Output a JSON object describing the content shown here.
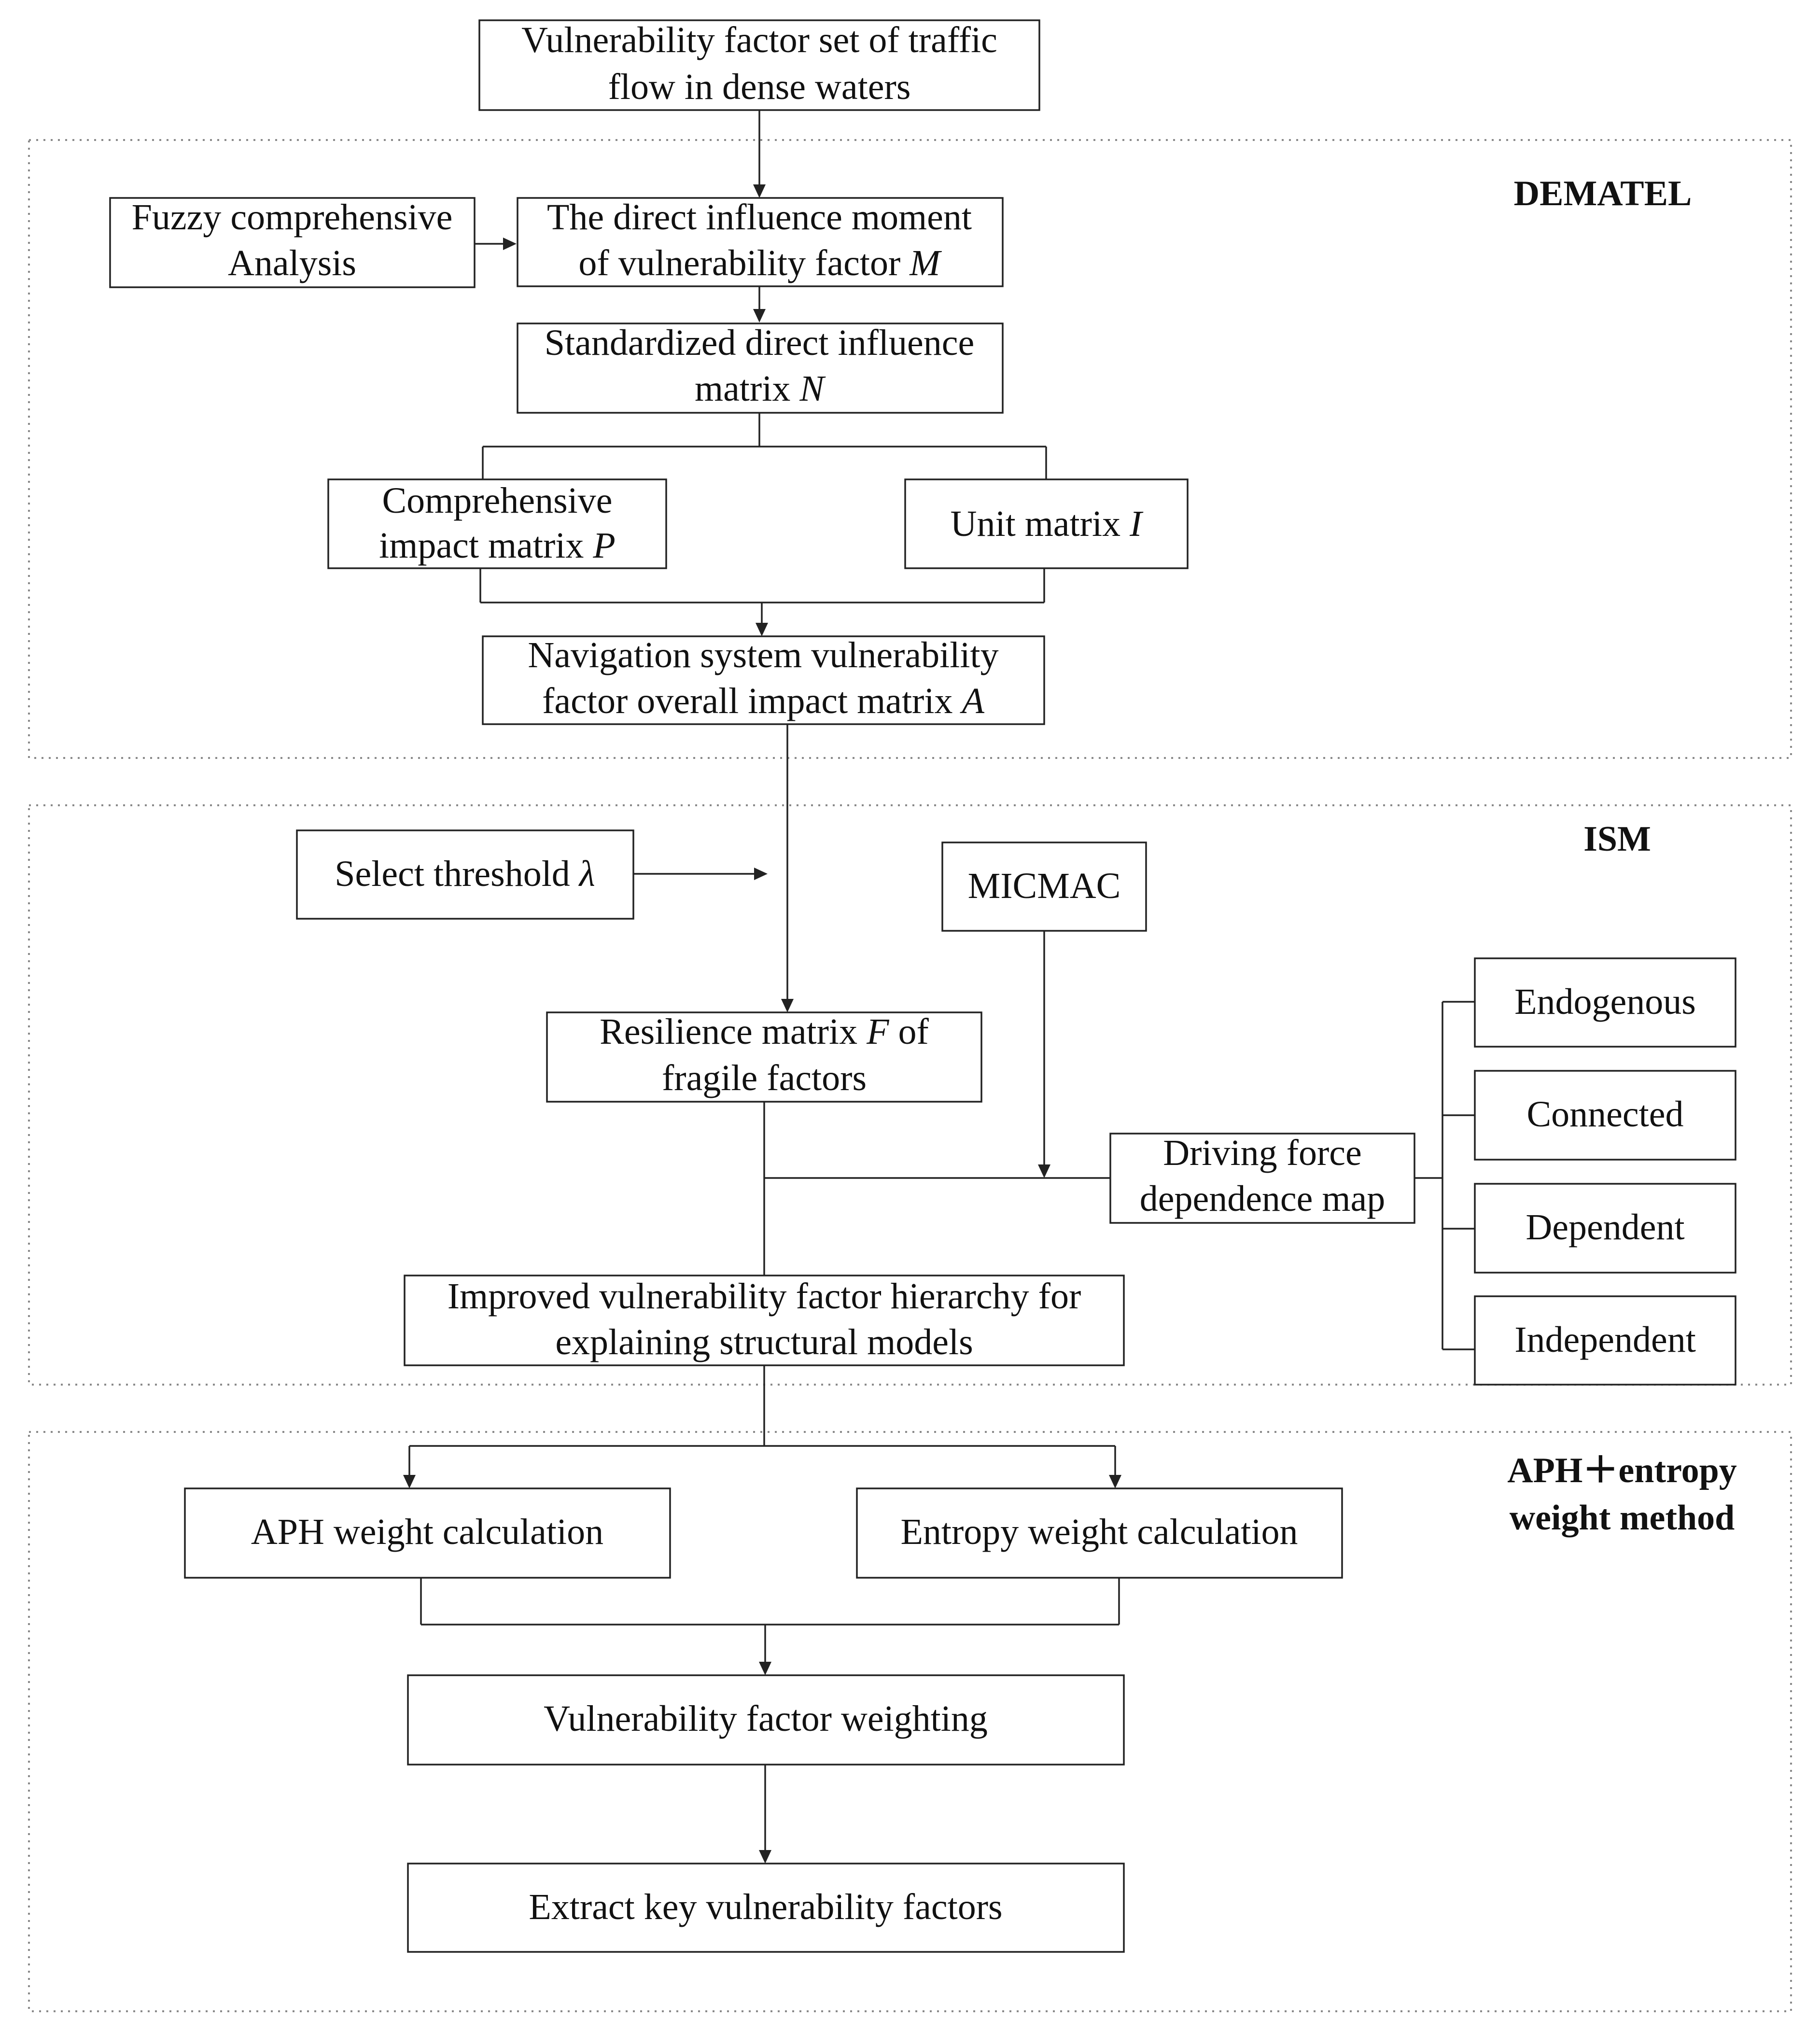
{
  "zones": {
    "dematel": "DEMATEL",
    "ism": "ISM",
    "aph_line1": "APH＋entropy",
    "aph_line2": "weight method"
  },
  "nodes": {
    "factor_set_l1": "Vulnerability factor set of traffic",
    "factor_set_l2": "flow in dense waters",
    "fuzzy_l1": "Fuzzy comprehensive",
    "fuzzy_l2": "Analysis",
    "direct_l1": "The direct influence moment",
    "direct_l2": "of vulnerability factor",
    "direct_var": "M",
    "std_l1": "Standardized direct influence",
    "std_l2": "matrix",
    "std_var": "N",
    "comp_l1": "Comprehensive",
    "comp_l2": "impact matrix",
    "comp_var": "P",
    "unit_l1": "Unit matrix",
    "unit_var": "I",
    "nav_l1": "Navigation system vulnerability",
    "nav_l2": "factor overall impact matrix",
    "nav_var": "A",
    "threshold_l1": "Select threshold",
    "threshold_var": "λ",
    "micmac": "MICMAC",
    "resil_l1_a": "Resilience  matrix",
    "resil_var": "F",
    "resil_l1_b": "of",
    "resil_l2": "fragile factors",
    "driving_l1": "Driving force",
    "driving_l2": "dependence map",
    "endogenous": "Endogenous",
    "connected": "Connected",
    "dependent": "Dependent",
    "independent": "Independent",
    "improved_l1": "Improved vulnerability factor hierarchy for",
    "improved_l2": "explaining structural models",
    "aph_weight": "APH weight calculation",
    "entropy_weight": "Entropy weight calculation",
    "weighting": "Vulnerability factor weighting",
    "extract": "Extract key vulnerability factors"
  }
}
